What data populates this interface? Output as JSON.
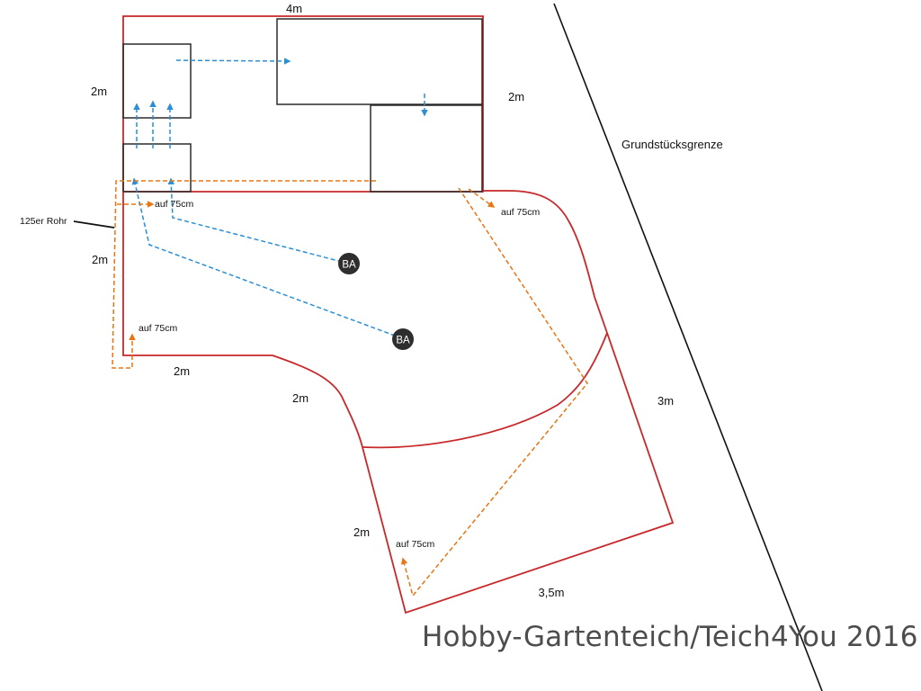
{
  "colors": {
    "pond_outline": "#c8282a",
    "filter_box": "#2b2b2b",
    "water_flow": "#2a8fd4",
    "pipe": "#e87512",
    "boundary_line": "#111111",
    "bottom_drain": "#2e2e2e"
  },
  "dimensions": {
    "top_width": "4m",
    "left_upper": "2m",
    "right_upper": "2m",
    "left_lower": "2m",
    "bottom_left": "2m",
    "diagonal_left": "2m",
    "right_diagonal": "3m",
    "bottom_right_left": "2m",
    "bottom_right_bottom": "3,5m"
  },
  "labels": {
    "property_line": "Grundstücksgrenze",
    "pipe": "125er Rohr",
    "outlet_top_left": "auf 75cm",
    "outlet_top_right": "auf 75cm",
    "outlet_left": "auf 75cm",
    "outlet_bottom": "auf 75cm",
    "bottom_drain_1": "BA",
    "bottom_drain_2": "BA"
  },
  "watermark": "Hobby-Gartenteich/Teich4You 2016"
}
